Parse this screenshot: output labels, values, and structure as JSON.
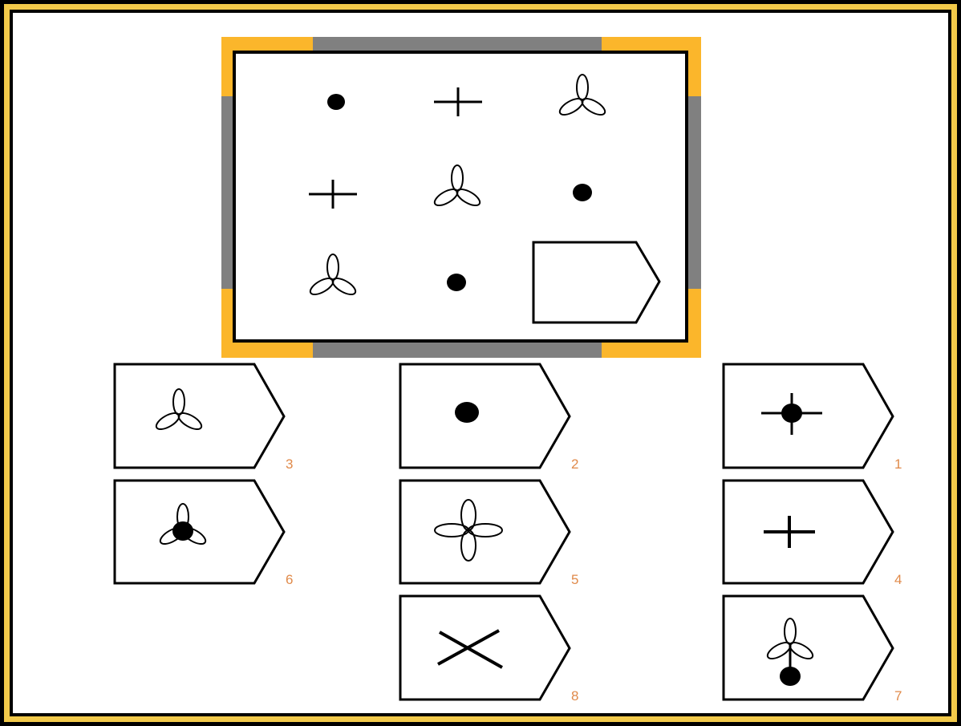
{
  "puzzle": {
    "matrix": [
      [
        "dot",
        "plus",
        "trefoil"
      ],
      [
        "plus",
        "trefoil",
        "dot"
      ],
      [
        "trefoil",
        "dot",
        "blank"
      ]
    ]
  },
  "options": [
    {
      "number": "3",
      "shape": "trefoil"
    },
    {
      "number": "2",
      "shape": "dot"
    },
    {
      "number": "1",
      "shape": "plus-with-dot"
    },
    {
      "number": "6",
      "shape": "trefoil-with-dot"
    },
    {
      "number": "5",
      "shape": "four-petal-flower"
    },
    {
      "number": "4",
      "shape": "plus"
    },
    {
      "number": "8",
      "shape": "x-cross"
    },
    {
      "number": "7",
      "shape": "trefoil-with-stem-dot"
    }
  ],
  "colors": {
    "frame_gold": "#f2c94a",
    "matrix_corner": "#fbb62b",
    "matrix_side": "#808080",
    "number_color": "#e08a4a"
  }
}
